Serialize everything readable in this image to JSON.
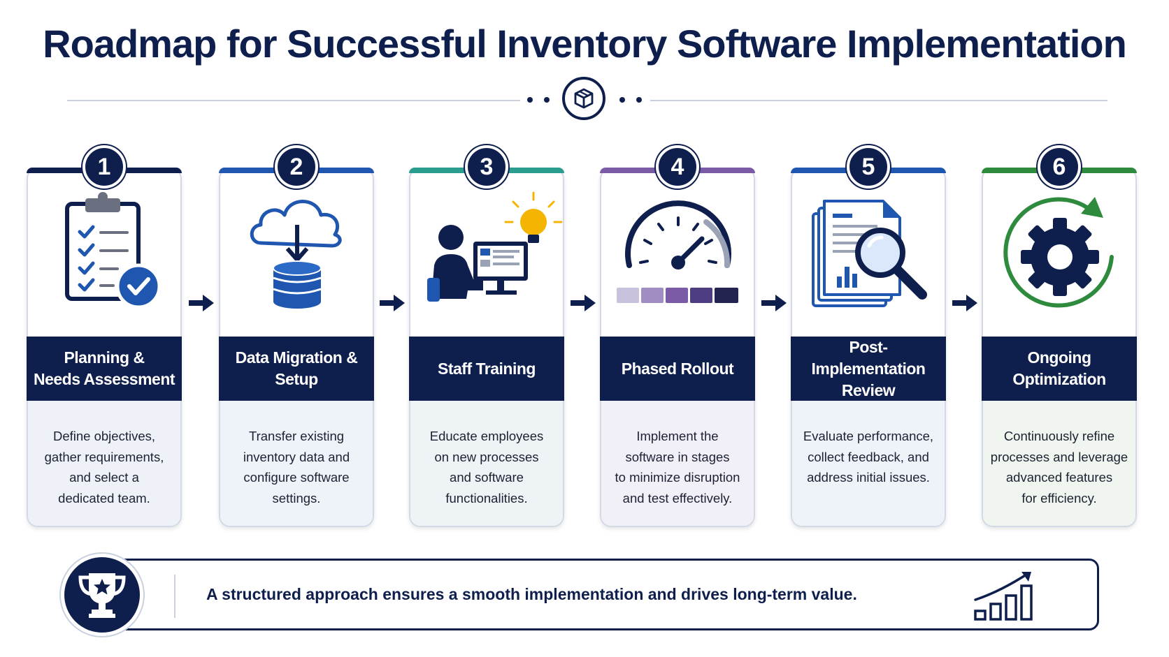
{
  "title": "Roadmap for Successful Inventory Software Implementation",
  "header_icon": "box-icon",
  "steps": [
    {
      "number": "1",
      "title": "Planning &\nNeeds Assessment",
      "description": "Define objectives,\ngather requirements,\nand select a\ndedicated team.",
      "accent": "#0f1f4d",
      "tint": "#eef1f7",
      "icon": "clipboard-checklist-icon"
    },
    {
      "number": "2",
      "title": "Data Migration &\nSetup",
      "description": "Transfer existing\ninventory data and\nconfigure software\nsettings.",
      "accent": "#1e56b0",
      "tint": "#eef2f9",
      "icon": "cloud-database-icon"
    },
    {
      "number": "3",
      "title": "Staff Training",
      "description": "Educate employees\non new processes\nand software\nfunctionalities.",
      "accent": "#2a9d8f",
      "tint": "#eef3f6",
      "icon": "trainee-computer-icon"
    },
    {
      "number": "4",
      "title": "Phased Rollout",
      "description": "Implement the\nsoftware in stages\nto minimize disruption\nand test effectively.",
      "accent": "#7b5aa6",
      "tint": "#f1eff8",
      "icon": "speedometer-icon"
    },
    {
      "number": "5",
      "title": "Post-Implementation\nReview",
      "description": "Evaluate performance,\ncollect feedback, and\naddress initial issues.",
      "accent": "#1e56b0",
      "tint": "#eef2f9",
      "icon": "document-magnifier-icon"
    },
    {
      "number": "6",
      "title": "Ongoing\nOptimization",
      "description": "Continuously refine\nprocesses and leverage\nadvanced features\nfor efficiency.",
      "accent": "#2e8b3e",
      "tint": "#f0f5ef",
      "icon": "gear-cycle-icon"
    }
  ],
  "summary": {
    "text": "A structured approach ensures a smooth implementation and drives long-term value.",
    "left_icon": "trophy-icon",
    "right_icon": "growth-chart-icon"
  },
  "colors": {
    "navy": "#0f1f4d",
    "blue": "#1e56b0",
    "gold": "#f5b400",
    "border": "#d3d9e6"
  }
}
